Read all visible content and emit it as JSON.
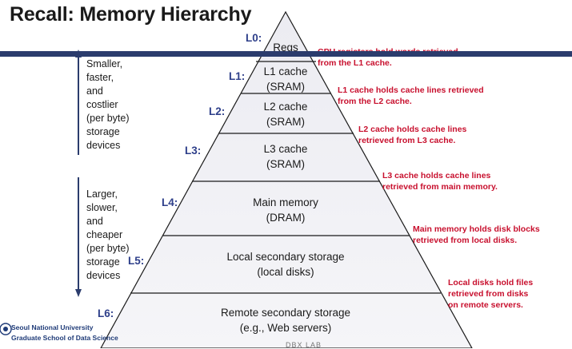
{
  "title": "Recall: Memory Hierarchy",
  "sides": {
    "top": [
      "Smaller,",
      "faster,",
      "and",
      "costlier",
      "(per byte)",
      "storage",
      "devices"
    ],
    "bottom": [
      "Larger,",
      "slower,",
      "and",
      "cheaper",
      "(per byte)",
      "storage",
      "devices"
    ]
  },
  "levels": [
    {
      "id": "L0:",
      "line1": "Regs",
      "line2": "",
      "note1": "CPU registers hold words retrieved",
      "note2": "from the L1 cache.",
      "note3": ""
    },
    {
      "id": "L1:",
      "line1": "L1 cache",
      "line2": "(SRAM)",
      "note1": "L1 cache holds cache lines retrieved",
      "note2": "from the L2 cache.",
      "note3": ""
    },
    {
      "id": "L2:",
      "line1": "L2 cache",
      "line2": "(SRAM)",
      "note1": "L2 cache holds cache lines",
      "note2": "retrieved from L3 cache.",
      "note3": ""
    },
    {
      "id": "L3:",
      "line1": "L3 cache",
      "line2": "(SRAM)",
      "note1": "L3 cache holds cache lines",
      "note2": "retrieved from main memory.",
      "note3": ""
    },
    {
      "id": "L4:",
      "line1": "Main memory",
      "line2": "(DRAM)",
      "note1": "Main memory holds disk blocks",
      "note2": "retrieved from local disks.",
      "note3": ""
    },
    {
      "id": "L5:",
      "line1": "Local secondary storage",
      "line2": "(local disks)",
      "note1": "Local disks hold files",
      "note2": "retrieved from disks",
      "note3": "on remote servers."
    },
    {
      "id": "L6:",
      "line1": "Remote secondary storage",
      "line2": "(e.g., Web servers)",
      "note1": "",
      "note2": "",
      "note3": ""
    }
  ],
  "logo": {
    "line1": "Seoul National University",
    "line2": "Graduate School of Data Science"
  },
  "lab": "DBX LAB",
  "colors": {
    "bar": "#2b3c6d",
    "note": "#c8102e",
    "level": "#2e3f8a",
    "pyramid": "#eef0f5",
    "arrow": "#2b3c6d"
  }
}
